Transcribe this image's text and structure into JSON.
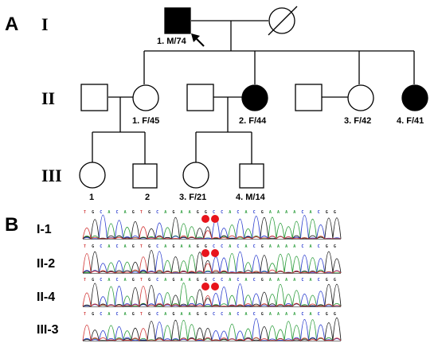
{
  "panels": {
    "a": "A",
    "b": "B"
  },
  "generations": [
    "I",
    "II",
    "III"
  ],
  "individuals": {
    "I1": {
      "label": "1. M/74",
      "sex": "male",
      "affected": true,
      "deceased": false,
      "proband": true
    },
    "I2": {
      "label": "",
      "sex": "female",
      "affected": false,
      "deceased": true
    },
    "II1": {
      "label": "1. F/45",
      "sex": "female",
      "affected": false
    },
    "II1_spouse": {
      "label": "",
      "sex": "male",
      "affected": false
    },
    "II2": {
      "label": "2. F/44",
      "sex": "female",
      "affected": true
    },
    "II2_spouse": {
      "label": "",
      "sex": "male",
      "affected": false
    },
    "II3": {
      "label": "3. F/42",
      "sex": "female",
      "affected": false
    },
    "II3_spouse": {
      "label": "",
      "sex": "male",
      "affected": false
    },
    "II4": {
      "label": "4. F/41",
      "sex": "female",
      "affected": true
    },
    "III1": {
      "label": "1",
      "sex": "female",
      "affected": false
    },
    "III2": {
      "label": "2",
      "sex": "male",
      "affected": false
    },
    "III3": {
      "label": "3. F/21",
      "sex": "female",
      "affected": false
    },
    "III4": {
      "label": "4. M/14",
      "sex": "male",
      "affected": false
    }
  },
  "sequencing": [
    {
      "label": "I-1",
      "marked": true
    },
    {
      "label": "II-2",
      "marked": true
    },
    {
      "label": "II-4",
      "marked": true
    },
    {
      "label": "III-3",
      "marked": false
    }
  ],
  "sequence_bases": "TGCACAGTGCAGAAGGCCACACGAAAACACGG",
  "colors": {
    "A": "#2e9e3e",
    "C": "#2d3fcf",
    "G": "#222222",
    "T": "#d23a3a",
    "marker": "#e8141c",
    "affected": "#000000"
  }
}
